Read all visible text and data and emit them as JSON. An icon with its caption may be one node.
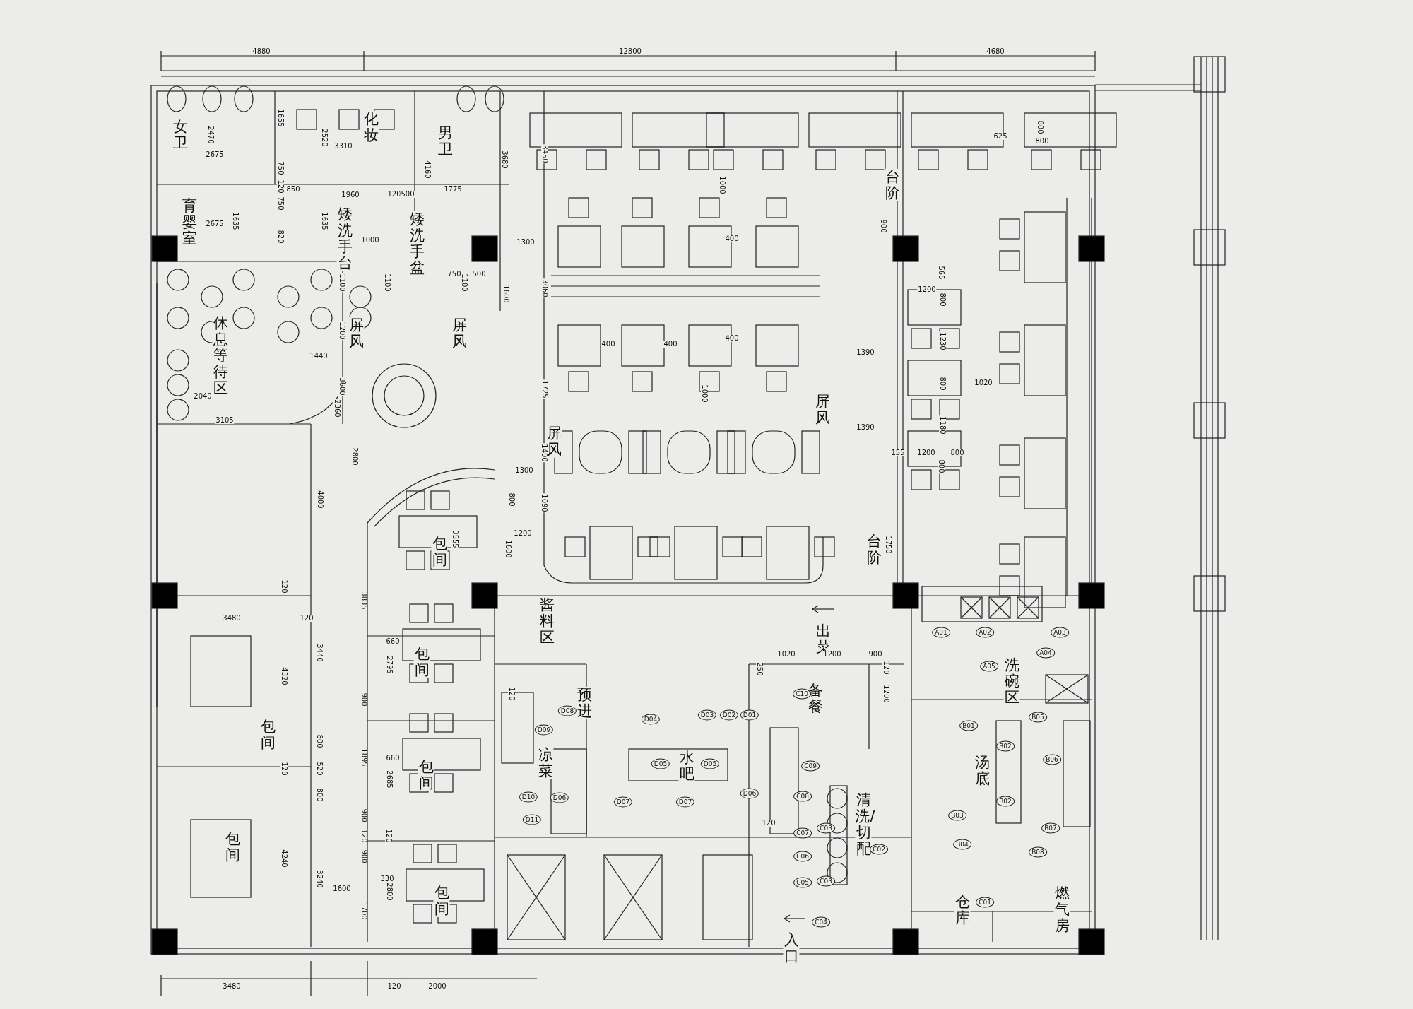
{
  "diagram": {
    "nodes": [
      {
        "text": [
          "女卫"
        ]
      },
      {
        "text": [
          "化妆"
        ]
      },
      {
        "text": [
          "男卫"
        ]
      },
      {
        "text": [
          "育婴室"
        ]
      },
      {
        "text": [
          "矮洗手台"
        ]
      },
      {
        "text": [
          "矮洗手盆"
        ]
      },
      {
        "text": [
          "休息等待区"
        ]
      },
      {
        "text": [
          "屏风"
        ]
      },
      {
        "text": [
          "屏风"
        ]
      },
      {
        "text": [
          "屏风"
        ]
      },
      {
        "text": [
          "屏风"
        ]
      },
      {
        "text": [
          "台阶"
        ]
      },
      {
        "text": [
          "台阶"
        ]
      },
      {
        "text": [
          "包间"
        ]
      },
      {
        "text": [
          "包间"
        ]
      },
      {
        "text": [
          "包间"
        ]
      },
      {
        "text": [
          "包间"
        ]
      },
      {
        "text": [
          "包间"
        ]
      },
      {
        "text": [
          "包间"
        ]
      },
      {
        "text": [
          "酱料区"
        ]
      },
      {
        "text": [
          "预进"
        ]
      },
      {
        "text": [
          "凉菜"
        ]
      },
      {
        "text": [
          "水吧"
        ]
      },
      {
        "text": [
          "备餐"
        ]
      },
      {
        "text": [
          "出菜"
        ]
      },
      {
        "text": [
          "洗碗区"
        ]
      },
      {
        "text": [
          "汤底"
        ]
      },
      {
        "text": [
          "清洗/切配"
        ]
      },
      {
        "text": [
          "仓库"
        ]
      },
      {
        "text": [
          "燃气房"
        ]
      },
      {
        "text": [
          "入口"
        ]
      }
    ],
    "labels": [
      "4880",
      "12800",
      "4680",
      "2470",
      "2675",
      "1655",
      "2520",
      "3310",
      "750",
      "120",
      "850",
      "750",
      "2675",
      "1635",
      "1635",
      "820",
      "1960",
      "120",
      "500",
      "4160",
      "1775",
      "3680",
      "1000",
      "1100",
      "1100",
      "750",
      "500",
      "1100",
      "1600",
      "1200",
      "1440",
      "3600",
      "2040",
      "3105",
      "2360",
      "1300",
      "3450",
      "3060",
      "1725",
      "1000",
      "400",
      "400",
      "400",
      "400",
      "1390",
      "1000",
      "1390",
      "900",
      "565",
      "1200",
      "800",
      "1230",
      "800",
      "1180",
      "625",
      "800",
      "800",
      "1020",
      "155",
      "1200",
      "800",
      "800",
      "1750",
      "2800",
      "4000",
      "1300",
      "800",
      "1090",
      "1400",
      "1200",
      "1600",
      "3555",
      "3835",
      "3480",
      "120",
      "120",
      "3440",
      "4320",
      "660",
      "2795",
      "900",
      "1895",
      "660",
      "2685",
      "800",
      "120",
      "520",
      "800",
      "900",
      "120",
      "120",
      "900",
      "4240",
      "3240",
      "1600",
      "330",
      "2800",
      "1700",
      "120",
      "3480",
      "120",
      "2000",
      "1020",
      "1200",
      "900",
      "250",
      "120",
      "1200",
      "120",
      "D08",
      "D04",
      "D03",
      "D02",
      "D01",
      "D09",
      "D05",
      "D05",
      "D10",
      "D06",
      "D07",
      "D07",
      "D06",
      "D11",
      "C10",
      "C09",
      "C08",
      "C07",
      "C06",
      "C05",
      "C03",
      "C03",
      "C02",
      "C04",
      "A01",
      "A02",
      "A03",
      "A04",
      "A05",
      "B05",
      "B01",
      "B02",
      "B06",
      "B02",
      "B03",
      "B04",
      "B07",
      "B08",
      "C01"
    ]
  }
}
